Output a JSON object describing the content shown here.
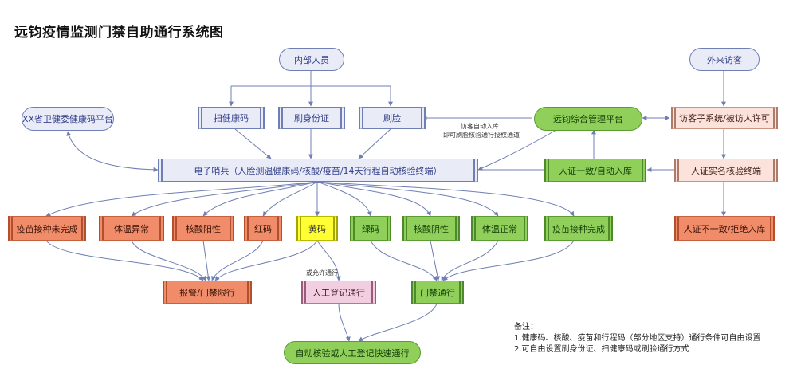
{
  "title": "远钧疫情监测门禁自助通行系统图",
  "nodes": {
    "internal": "内部人员",
    "external": "外来访客",
    "health_platform": "XX省卫健委健康码平台",
    "scan_code": "扫健康码",
    "id_card": "刷身份证",
    "face": "刷脸",
    "mgmt_platform": "远钧综合管理平台",
    "visitor_system": "访客子系统/被访人许可",
    "sentinel": "电子哨兵（人脸测温健康码/核酸/疫苗/14天行程自动核验终端）",
    "match_auto": "人证一致/自动入库",
    "realname_terminal": "人证实名核验终端",
    "mismatch_reject": "人证不一致/拒绝入库",
    "vaccine_incomplete": "疫苗接种未完成",
    "temp_abnormal": "体温异常",
    "nucleic_positive": "核酸阳性",
    "red_code": "红码",
    "yellow_code": "黄码",
    "green_code": "绿码",
    "nucleic_negative": "核酸阴性",
    "temp_normal": "体温正常",
    "vaccine_complete": "疫苗接种完成",
    "alarm_limit": "报警/门禁限行",
    "manual_register": "人工登记通行",
    "gate_pass": "门禁通行",
    "fast_pass": "自动核验或人工登记快速通行"
  },
  "edge_labels": {
    "visitor_note_1": "访客自动入库",
    "visitor_note_2": "即可刷脸核验通行授权通道",
    "allow_pass": "或允许通行"
  },
  "notes": {
    "heading": "备注：",
    "line1": "1.健康码、核酸、疫苗和行程码（部分地区支持）通行条件可自由设置",
    "line2": "2.可自由设置刷身份证、扫健康码或刷脸通行方式"
  },
  "colors": {
    "line": "#6f7fb4",
    "lavender": "#e9ebf7",
    "green": "#8fcf5a",
    "orange": "#f08c6a",
    "yellow": "#ffff33",
    "pink": "#f2cfe0"
  }
}
